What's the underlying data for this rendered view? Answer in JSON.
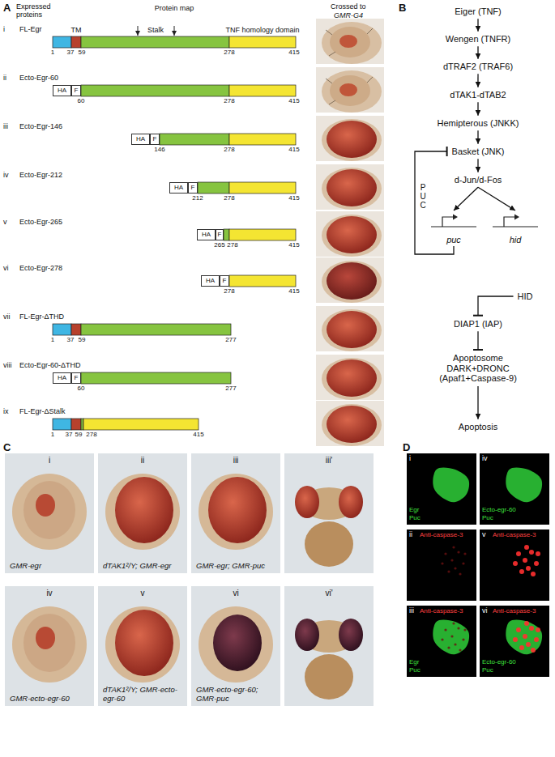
{
  "diagram": {
    "nodes": [
      {
        "text": [
          "HA"
        ]
      },
      {
        "text": [
          "F"
        ]
      },
      {
        "text": [
          "HA"
        ]
      },
      {
        "text": [
          "F"
        ]
      },
      {
        "text": [
          "HA"
        ]
      },
      {
        "text": [
          "F"
        ]
      },
      {
        "text": [
          "HA"
        ]
      },
      {
        "text": [
          "F"
        ]
      },
      {
        "text": [
          "HA"
        ]
      },
      {
        "text": [
          "F"
        ]
      },
      {
        "text": [
          "HA"
        ]
      },
      {
        "text": [
          "F"
        ]
      },
      {
        "text": [
          "Eiger (TNF)"
        ]
      },
      {
        "text": [
          "Wengen (TNFR)"
        ]
      },
      {
        "text": [
          "dTRAF2 (TRAF6)"
        ]
      },
      {
        "text": [
          "dTAK1-dTAB2"
        ]
      },
      {
        "text": [
          "Hemipterous (JNKK)"
        ]
      },
      {
        "text": [
          "Basket (JNK)"
        ]
      },
      {
        "text": [
          "d-Jun/d-Fos"
        ]
      },
      {
        "text": [
          "puc"
        ]
      },
      {
        "text": [
          "hid"
        ]
      },
      {
        "text": [
          "HID"
        ]
      },
      {
        "text": [
          "DIAP1 (IAP)"
        ]
      },
      {
        "text": [
          "Apoptosome DARK+DRONC (Apaf1+Caspase-9)"
        ]
      },
      {
        "text": [
          "Apoptosis"
        ]
      }
    ],
    "edges": [
      {
        "from": 12,
        "to": 13,
        "arrow": "to"
      },
      {
        "from": 13,
        "to": 14,
        "arrow": "to"
      },
      {
        "from": 14,
        "to": 15,
        "arrow": "to"
      },
      {
        "from": 15,
        "to": 16,
        "arrow": "to"
      },
      {
        "from": 16,
        "to": 17,
        "arrow": "to"
      },
      {
        "from": 17,
        "to": 18,
        "arrow": "to"
      },
      {
        "from": 18,
        "to": 19,
        "arrow": "to"
      },
      {
        "from": 18,
        "to": 20,
        "arrow": "to"
      },
      {
        "from": 19,
        "to": 17,
        "label": "PUC",
        "arrow": "to"
      },
      {
        "from": 21,
        "to": 22,
        "arrow": "to"
      },
      {
        "from": 22,
        "to": 23,
        "arrow": "to"
      },
      {
        "from": 23,
        "to": 24,
        "arrow": "to"
      }
    ],
    "labels": [
      "A",
      "Expressed proteins",
      "Protein map",
      "Crossed to",
      "GMR-G4",
      "i",
      "FL-Egr",
      "TM",
      "Stalk",
      "TNF homology domain",
      "1",
      "37",
      "59",
      "278",
      "415",
      "ii",
      "Ecto-Egr-60",
      "60",
      "278",
      "415",
      "iii",
      "Ecto-Egr-146",
      "146",
      "278",
      "415",
      "iv",
      "Ecto-Egr-212",
      "212",
      "278",
      "415",
      "v",
      "Ecto-Egr-265",
      "265",
      "278",
      "415",
      "vi",
      "Ecto-Egr-278",
      "278",
      "415",
      "vii",
      "FL-Egr-ΔTHD",
      "1",
      "37",
      "59",
      "277",
      "viii",
      "Ecto-Egr-60-ΔTHD",
      "60",
      "277",
      "ix",
      "FL-Egr-ΔStalk",
      "1",
      "37",
      "59",
      "278",
      "415",
      "B",
      "C",
      "i",
      "GMR-egr",
      "ii",
      "dTAK1²/Y; GMR-egr",
      "iii",
      "GMR-egr; GMR-puc",
      "iii'",
      "iv",
      "GMR-ecto-egr-60",
      "v",
      "dTAK1²/Y; GMR-ecto-egr-60",
      "vi",
      "GMR-ecto-egr-60; GMR-puc",
      "vi'",
      "D",
      "i",
      "Egr",
      "Puc",
      "ii",
      "Anti-caspase-3",
      "iii",
      "Anti-caspase-3",
      "Egr",
      "Puc",
      "iv",
      "Ecto-egr-60",
      "Puc",
      "v",
      "Anti-caspase-3",
      "vi",
      "Anti-caspase-3",
      "Ecto-egr-60",
      "Puc"
    ]
  }
}
